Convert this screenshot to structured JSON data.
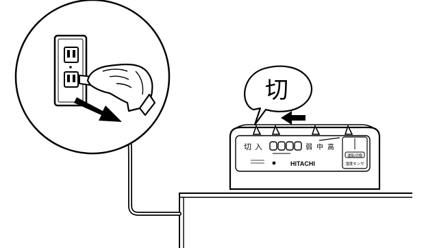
{
  "speech_bubble": {
    "text": "切"
  },
  "device": {
    "switch_labels": {
      "off": "切",
      "on": "入"
    },
    "mode_labels": {
      "weak": "弱",
      "medium": "中",
      "strong": "高"
    },
    "brand": "HITACHI",
    "right_panel": {
      "label_top": "運転切換",
      "label_bottom": "湿度センサ"
    }
  },
  "colors": {
    "ink": "#000000",
    "paper": "#ffffff"
  }
}
